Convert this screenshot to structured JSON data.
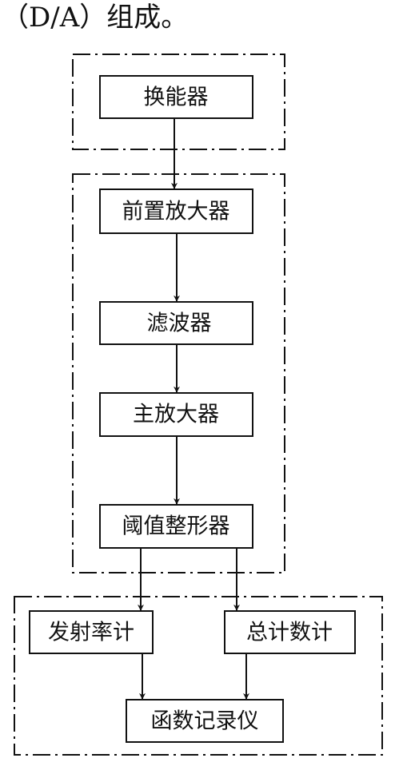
{
  "caption": "（D/A）组成。",
  "blocks": {
    "transducer": "换能器",
    "preamp": "前置放大器",
    "filter": "滤波器",
    "main_amp": "主放大器",
    "threshold_shaper": "阈值整形器",
    "emission_rate_counter": "发射率计",
    "total_counter": "总计数计",
    "function_recorder": "函数记录仪"
  }
}
